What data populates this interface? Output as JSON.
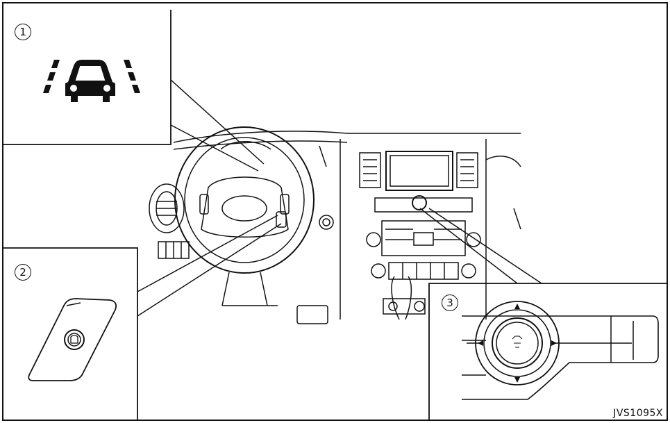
{
  "callouts": [
    {
      "number": "1",
      "subject": "lane-departure-indicator"
    },
    {
      "number": "2",
      "subject": "steering-wheel-switch"
    },
    {
      "number": "3",
      "subject": "infotainment-control-dial"
    }
  ],
  "figure_code": "JVS1095X",
  "colors": {
    "line": "#111111",
    "fill": "#ffffff"
  }
}
